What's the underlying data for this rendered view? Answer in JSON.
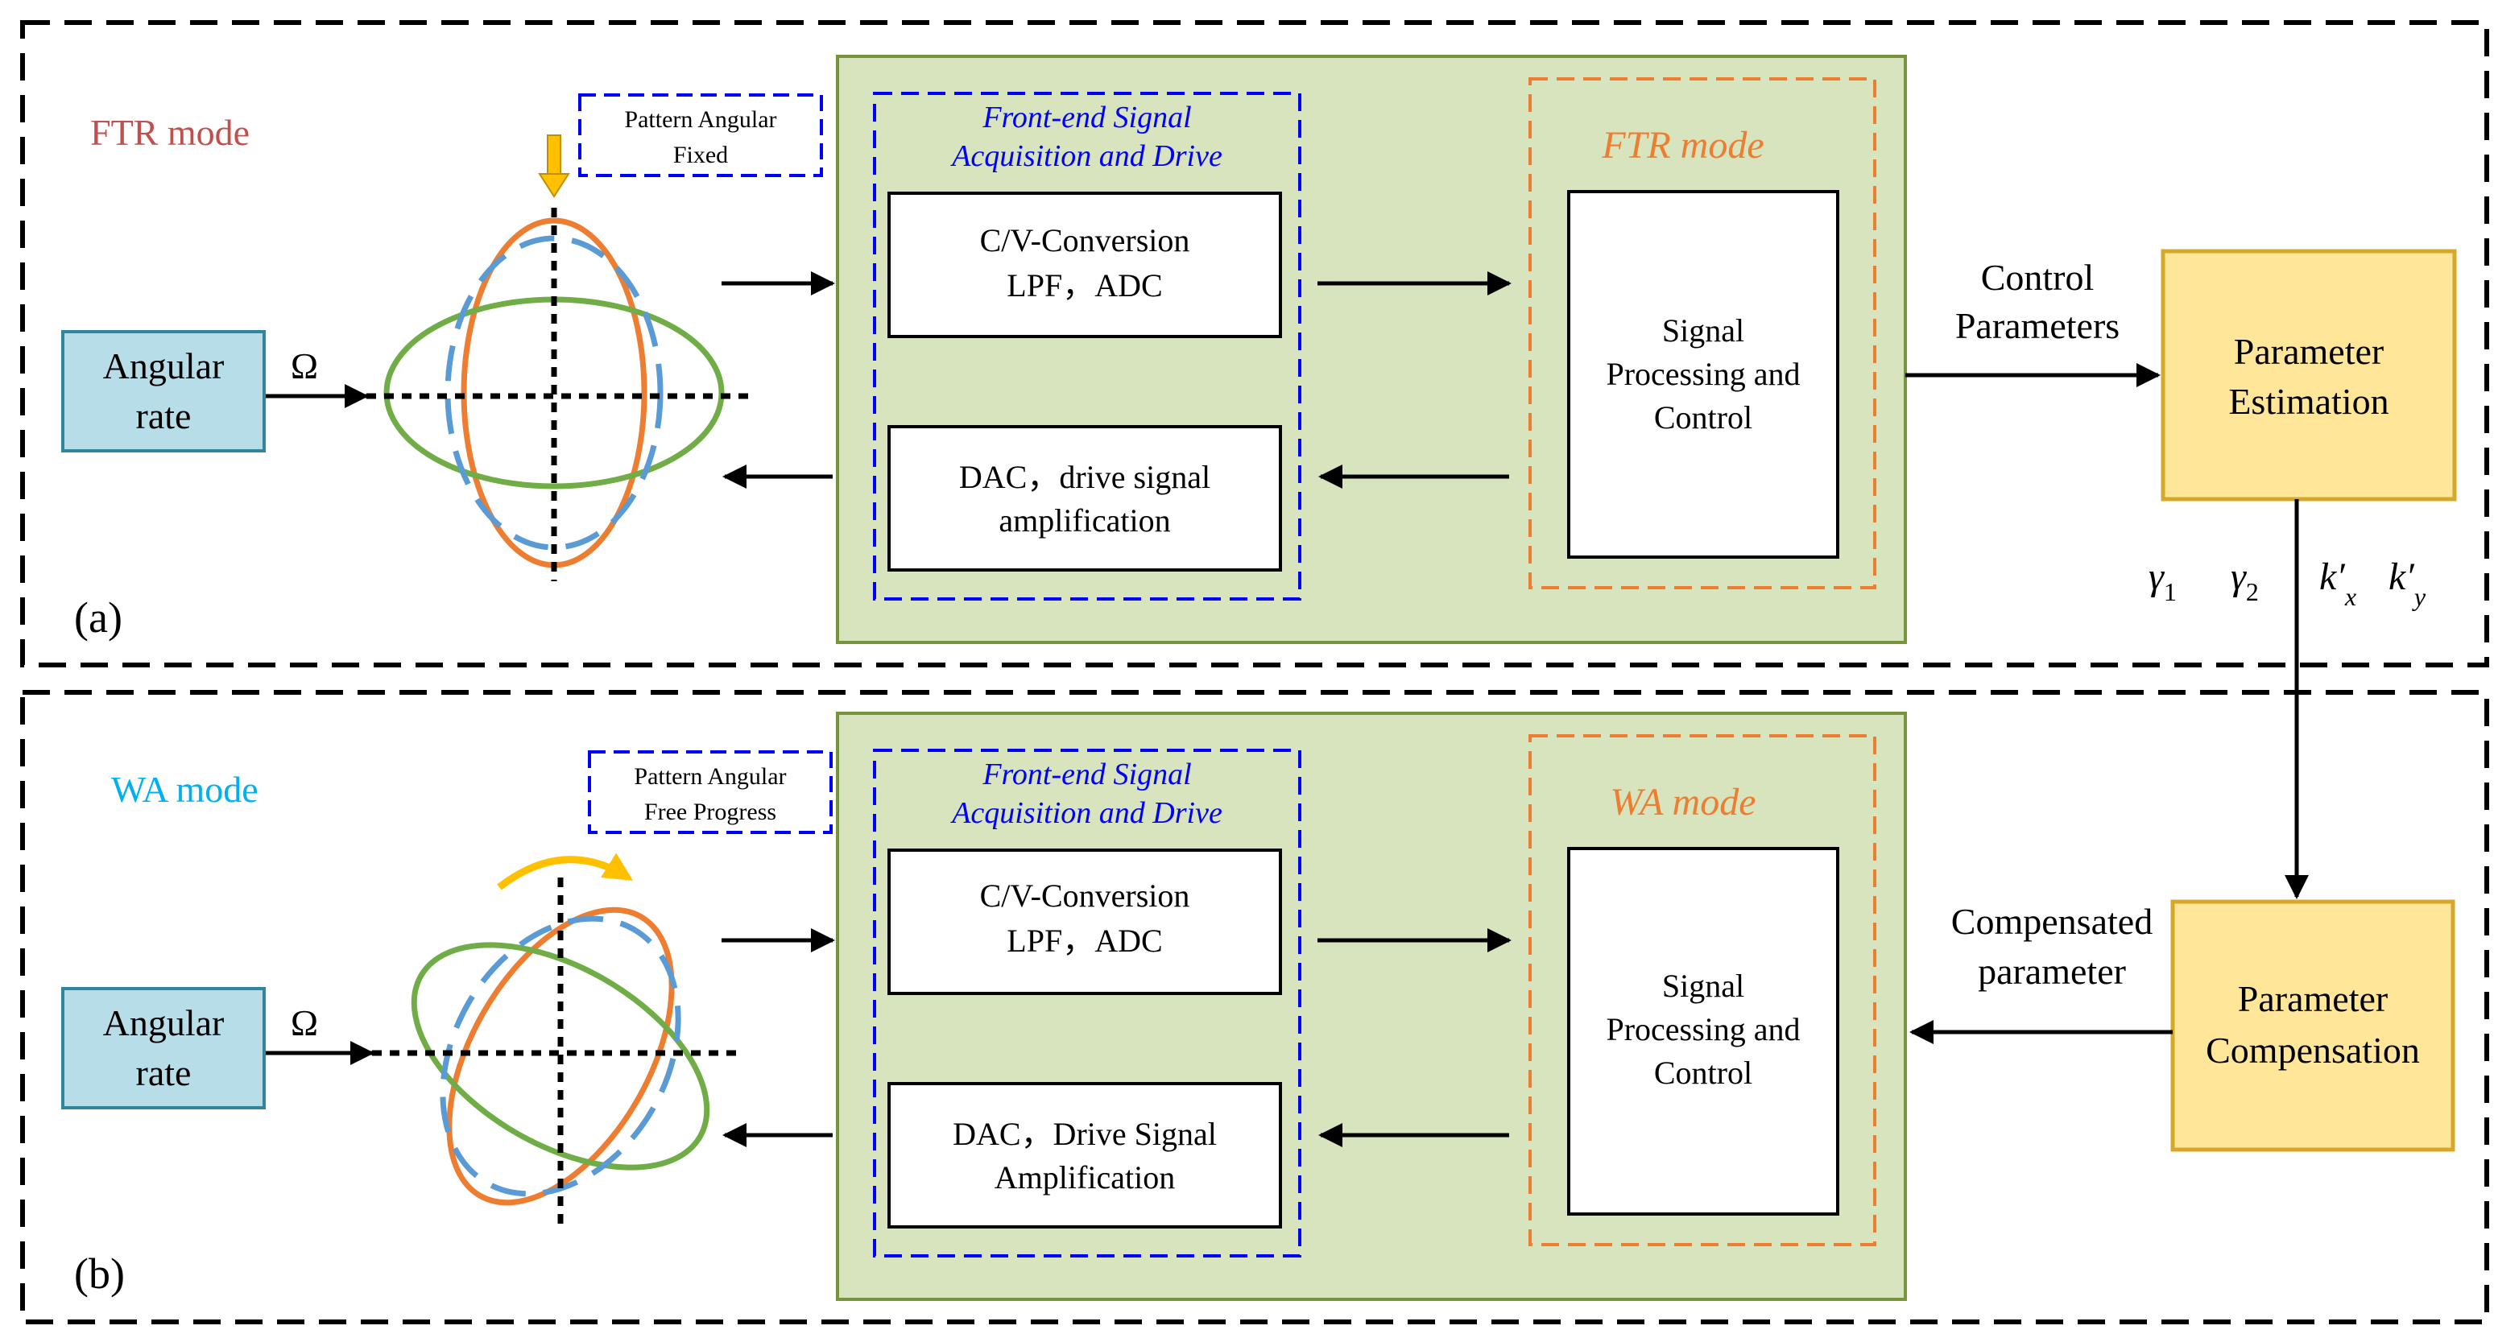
{
  "panels": {
    "a": {
      "mode_label": "FTR mode",
      "panel_label": "(a)",
      "pattern_note": [
        "Pattern Angular",
        "Fixed"
      ],
      "angular_rate": [
        "Angular",
        "rate"
      ],
      "omega": "Ω",
      "frontend_title": [
        "Front-end Signal",
        "Acquisition and Drive"
      ],
      "cv_box": [
        "C/V-Conversion",
        "LPF，ADC"
      ],
      "dac_box": [
        "DAC，drive signal",
        "amplification"
      ],
      "mode_box_title": "FTR mode",
      "signal_box": [
        "Signal",
        "Processing and",
        "Control"
      ]
    },
    "b": {
      "mode_label": "WA mode",
      "panel_label": "(b)",
      "pattern_note": [
        "Pattern Angular",
        "Free Progress"
      ],
      "angular_rate": [
        "Angular",
        "rate"
      ],
      "omega": "Ω",
      "frontend_title": [
        "Front-end Signal",
        "Acquisition and Drive"
      ],
      "cv_box": [
        "C/V-Conversion",
        "LPF，ADC"
      ],
      "dac_box": [
        "DAC，Drive Signal",
        "Amplification"
      ],
      "mode_box_title": "WA mode",
      "signal_box": [
        "Signal",
        "Processing and",
        "Control"
      ]
    }
  },
  "right": {
    "control_parameters": [
      "Control",
      "Parameters"
    ],
    "estimation_box": [
      "Parameter",
      "Estimation"
    ],
    "compensated_parameter": [
      "Compensated",
      "parameter"
    ],
    "compensation_box": [
      "Parameter",
      "Compensation"
    ],
    "params": {
      "gamma1": "γ",
      "gamma1_sub": "1",
      "gamma2": "γ",
      "gamma2_sub": "2",
      "kx": "k′",
      "kx_sub": "x",
      "ky": "k′",
      "ky_sub": "y"
    }
  },
  "colors": {
    "mode_a_label": "#c0504d",
    "mode_b_label": "#00b0f0",
    "dashed_blue": "#0000ff",
    "dashed_orange": "#ed7d31",
    "orange_title": "#ed7d31",
    "green_panel": "#d7e4bd",
    "green_panel_border": "#77933c",
    "angular_box": "#b7dde8",
    "angular_box_border": "#31859c",
    "yellow_box": "#ffe699",
    "yellow_box_border": "#d6a82a",
    "ellipse_orange": "#ed7d31",
    "ellipse_green": "#70ad47",
    "ellipse_blue": "#5b9bd5",
    "arrow_yellow": "#ffc000"
  }
}
